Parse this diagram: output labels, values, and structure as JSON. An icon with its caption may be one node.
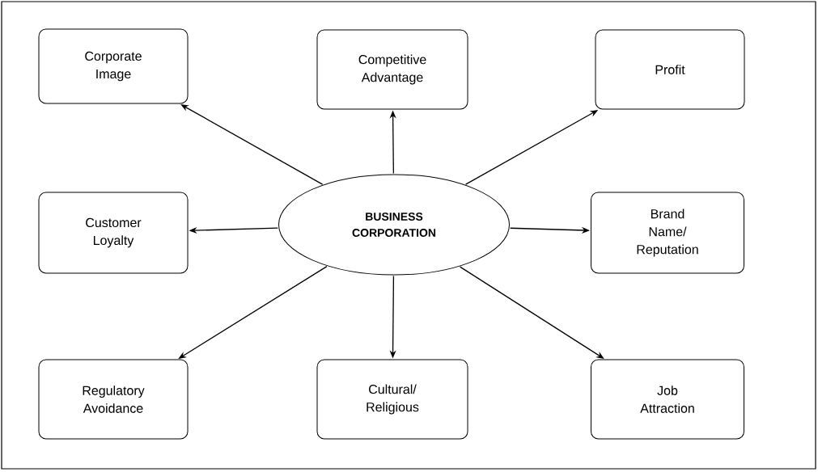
{
  "diagram": {
    "nodes": [
      {
        "text": [
          "Corporate Image"
        ]
      },
      {
        "text": [
          "Competitive Advantage"
        ]
      },
      {
        "text": [
          "Profit"
        ]
      },
      {
        "text": [
          "Customer Loyalty"
        ]
      },
      {
        "text": [
          "BUSINESS CORPORATION"
        ]
      },
      {
        "text": [
          "Brand Name/ Reputation"
        ]
      },
      {
        "text": [
          "Regulatory Avoidance"
        ]
      },
      {
        "text": [
          "Cultural/ Religious"
        ]
      },
      {
        "text": [
          "Job Attraction"
        ]
      }
    ],
    "edges": [
      {
        "from": 4,
        "to": 0,
        "arrow": "to"
      },
      {
        "from": 4,
        "to": 1,
        "arrow": "to"
      },
      {
        "from": 4,
        "to": 2,
        "arrow": "to"
      },
      {
        "from": 4,
        "to": 3,
        "arrow": "to"
      },
      {
        "from": 4,
        "to": 5,
        "arrow": "to"
      },
      {
        "from": 4,
        "to": 6,
        "arrow": "to"
      },
      {
        "from": 4,
        "to": 7,
        "arrow": "to"
      },
      {
        "from": 4,
        "to": 8,
        "arrow": "to"
      }
    ]
  }
}
